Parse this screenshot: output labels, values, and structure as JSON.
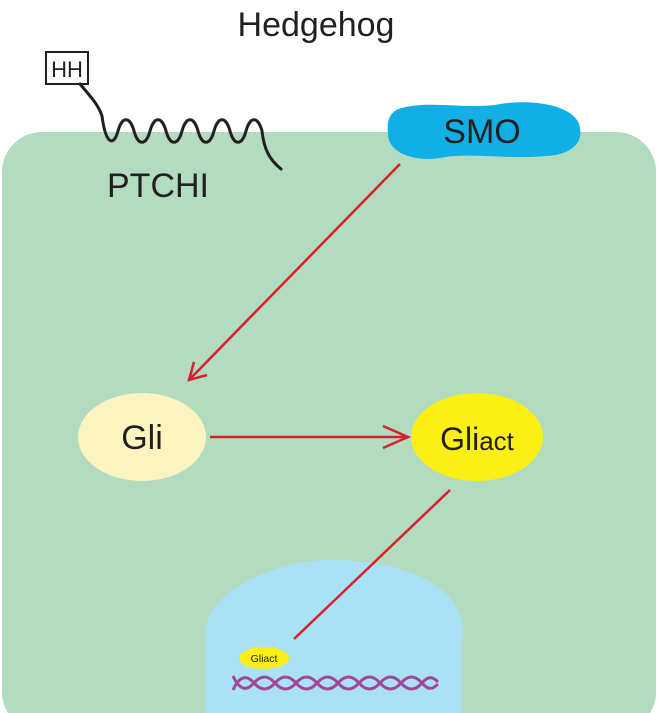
{
  "title": "Hedgehog",
  "ligand": {
    "label": "HH"
  },
  "receptor": {
    "label": "PTCHI"
  },
  "smo": {
    "label": "SMO"
  },
  "gli": {
    "label": "Gli"
  },
  "gli_active": {
    "label": "Gli",
    "subscript": "act"
  },
  "nuclear_gli": {
    "label": "Gli",
    "subscript": "act"
  },
  "colors": {
    "cell": "#b2dbc0",
    "nucleus": "#abe1f5",
    "smo": "#12aee6",
    "gli": "#fcf4c0",
    "gli_active": "#fbef15",
    "arrow": "#d7212c",
    "dna": "#a0479a",
    "text": "#231f20"
  }
}
